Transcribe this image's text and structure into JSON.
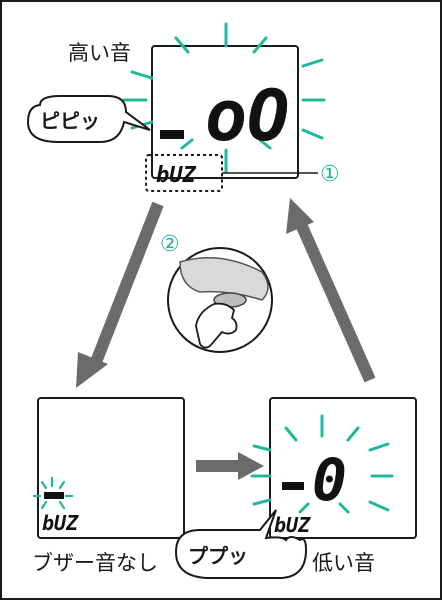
{
  "colors": {
    "frame": "#1a1a1a",
    "ray": "#1fb89b",
    "arrow": "#6b6b6b",
    "accent": "#1fb89b"
  },
  "top_panel": {
    "label_high_tone": "高い音",
    "beep_sound": "ピピッ",
    "display_main": "oO",
    "display_buz": "bUZ",
    "step_marker": "①"
  },
  "middle": {
    "step_marker": "②"
  },
  "left_panel": {
    "display_buz": "bUZ",
    "label_no_buzzer": "ブザー音なし"
  },
  "right_panel": {
    "beep_sound": "ププッ",
    "display_main": "0",
    "display_buz": "bUZ",
    "label_low_tone": "低い音"
  }
}
